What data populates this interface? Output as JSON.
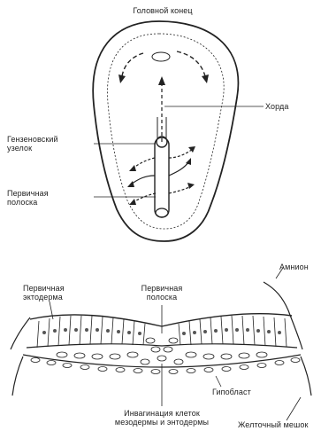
{
  "labels": {
    "head_end": "Головной конец",
    "chord": "Хорда",
    "hensen_node_1": "Гензеновский",
    "hensen_node_2": "узелок",
    "primitive_streak_top_1": "Первичная",
    "primitive_streak_top_2": "полоска",
    "amnion": "Амнион",
    "primary_ectoderm_1": "Первичная",
    "primary_ectoderm_2": "эктодерма",
    "primitive_streak_bottom_1": "Первичная",
    "primitive_streak_bottom_2": "полоска",
    "hypoblast": "Гипобласт",
    "invagination_1": "Инвагинация клеток",
    "invagination_2": "мезодермы и энтодермы",
    "yolk_sac": "Желточный мешок"
  },
  "colors": {
    "ink": "#222222",
    "paper": "#ffffff",
    "stipple": "#7a7a7a"
  }
}
